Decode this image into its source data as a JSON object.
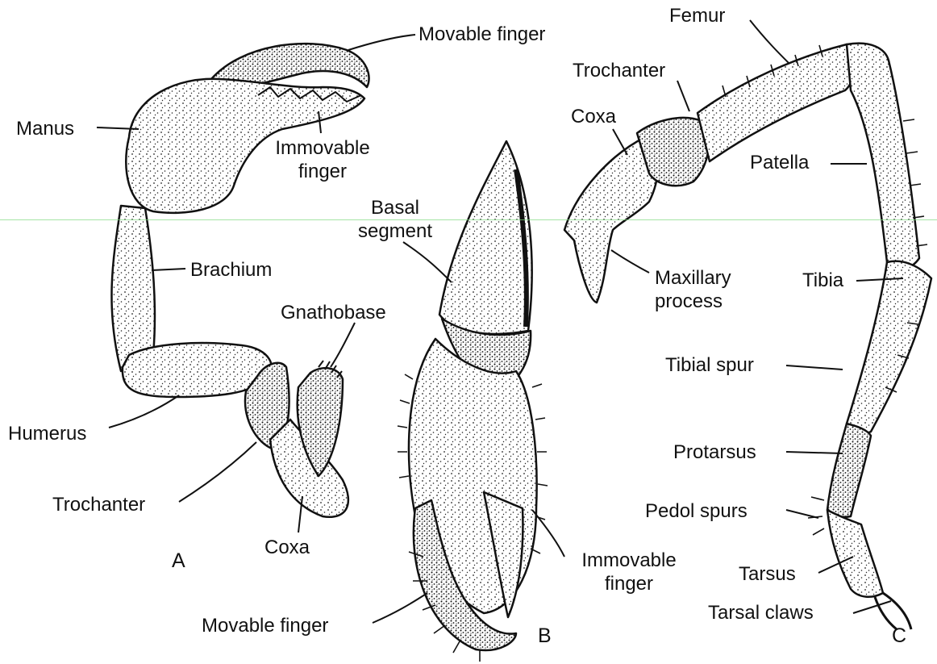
{
  "figure": {
    "panels": {
      "a": "A",
      "b": "B",
      "c": "C"
    },
    "panel_a": {
      "movable_finger": "Movable finger",
      "manus": "Manus",
      "immovable_finger_line1": "Immovable",
      "immovable_finger_line2": "finger",
      "brachium": "Brachium",
      "gnathobase": "Gnathobase",
      "humerus": "Humerus",
      "trochanter": "Trochanter",
      "coxa": "Coxa"
    },
    "panel_b": {
      "basal_segment_line1": "Basal",
      "basal_segment_line2": "segment",
      "immovable_finger_line1": "Immovable",
      "immovable_finger_line2": "finger",
      "movable_finger": "Movable finger"
    },
    "panel_c": {
      "femur": "Femur",
      "trochanter": "Trochanter",
      "coxa": "Coxa",
      "patella": "Patella",
      "maxillary_process_line1": "Maxillary",
      "maxillary_process_line2": "process",
      "tibia": "Tibia",
      "tibial_spur": "Tibial spur",
      "protarsus": "Protarsus",
      "pedol_spurs": "Pedol spurs",
      "tarsus": "Tarsus",
      "tarsal_claws": "Tarsal claws"
    }
  },
  "colors": {
    "ink": "#111111",
    "paper": "#ffffff",
    "stipple": "#222222",
    "guide_line": "#7fd97f"
  }
}
